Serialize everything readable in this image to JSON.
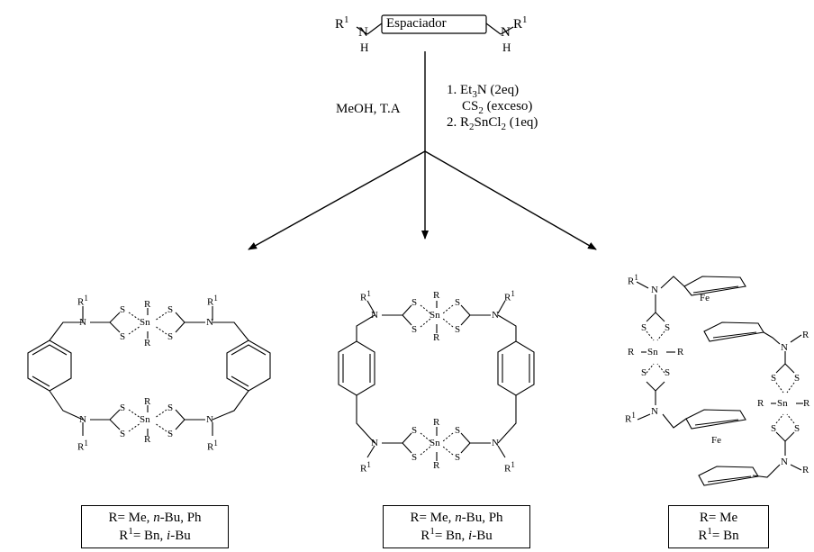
{
  "top": {
    "spacer_label": "Espaciador",
    "r1": "R",
    "r1_sup": "1",
    "n": "N",
    "h": "H"
  },
  "conditions": {
    "left": "MeOH, T.A",
    "step1_a": "1. Et",
    "step1_sub": "3",
    "step1_b": "N (2eq)",
    "step1_c_a": "CS",
    "step1_c_sub": "2",
    "step1_c_b": " (exceso)",
    "step2_a": "2. R",
    "step2_sub1": "2",
    "step2_b": "SnCl",
    "step2_sub2": "2",
    "step2_c": " (1eq)"
  },
  "atoms": {
    "s": "S",
    "sn": "Sn",
    "r": "R",
    "fe": "Fe"
  },
  "captions": {
    "left": {
      "line1_a": "R= Me, ",
      "line1_n": "n",
      "line1_b": "-Bu, Ph",
      "line2_a": "R",
      "line2_sup": "1",
      "line2_b": "= Bn, ",
      "line2_i": "i",
      "line2_c": "-Bu"
    },
    "middle": {
      "line1_a": "R= Me, ",
      "line1_n": "n",
      "line1_b": "-Bu, Ph",
      "line2_a": "R",
      "line2_sup": "1",
      "line2_b": "= Bn, ",
      "line2_i": "i",
      "line2_c": "-Bu"
    },
    "right": {
      "line1": "R= Me",
      "line2_a": "R",
      "line2_sup": "1",
      "line2_b": "= Bn"
    }
  }
}
